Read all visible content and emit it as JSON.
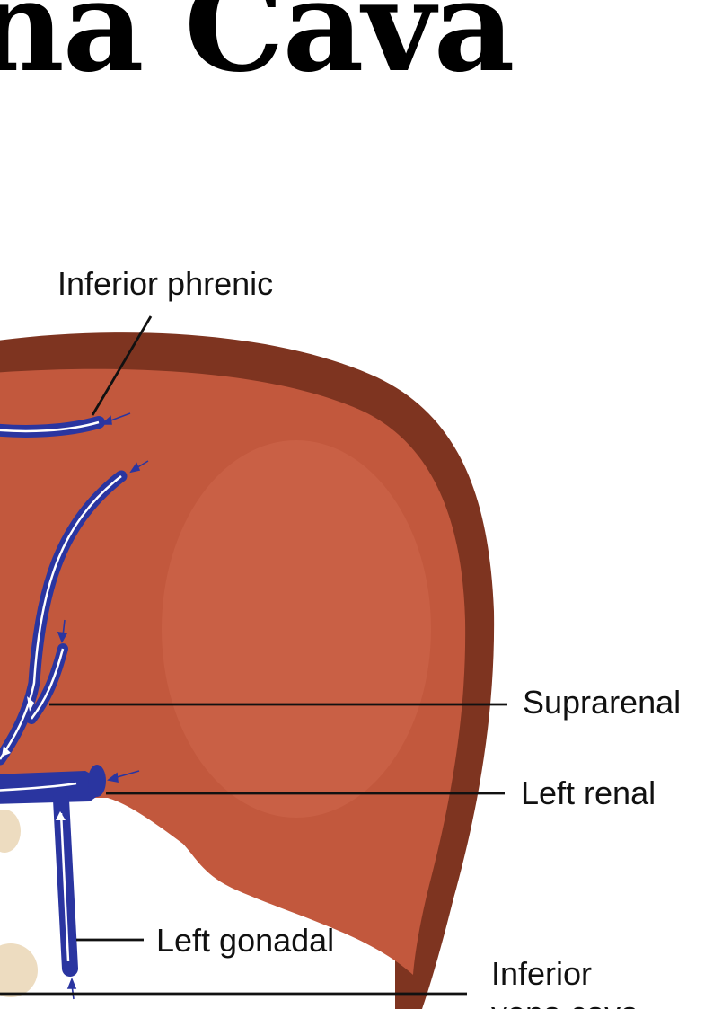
{
  "title": "na Cava",
  "labels": {
    "inferior_phrenic": "Inferior phrenic",
    "suprarenal": "Suprarenal",
    "left_renal": "Left renal",
    "left_gonadal": "Left gonadal",
    "inferior_vena_cava_line1": "Inferior",
    "inferior_vena_cava_line2": "vena cava"
  },
  "colors": {
    "kidney_outer": "#7e3420",
    "kidney_mid": "#c2583d",
    "kidney_inner": "#cc6448",
    "vein": "#2a35a0",
    "vein_highlight": "#ffffff",
    "fat": "#eddcc0",
    "leader_line": "#111111",
    "text": "#111111"
  }
}
